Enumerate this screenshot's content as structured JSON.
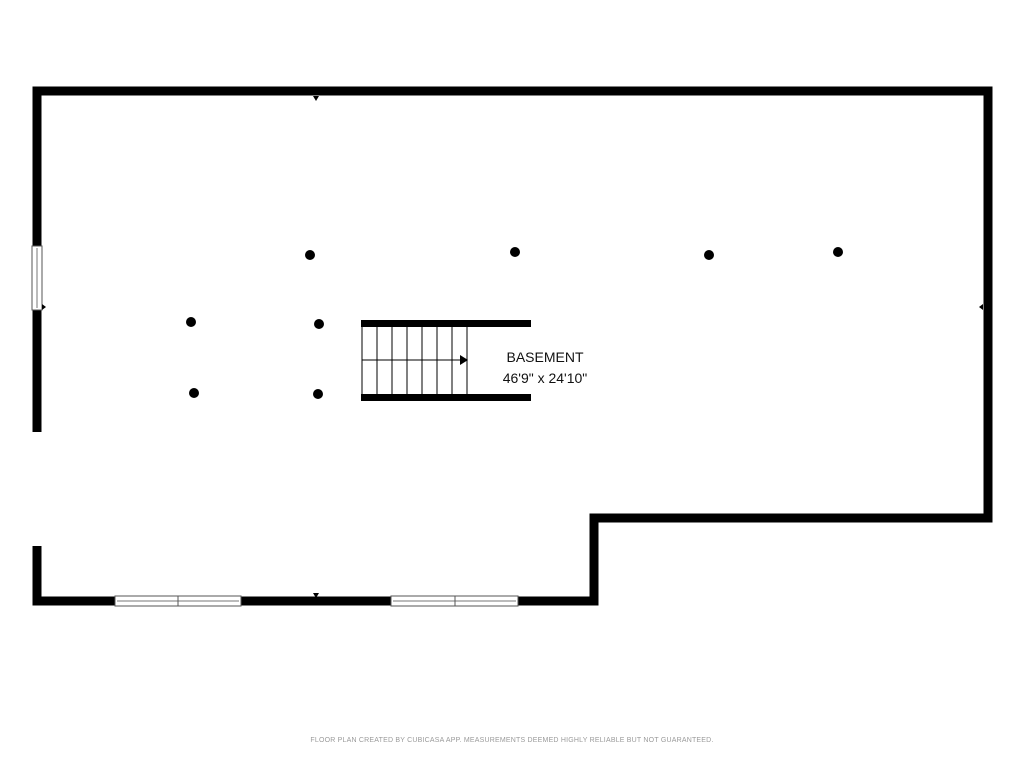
{
  "room": {
    "name": "BASEMENT",
    "dimensions": "46'9\" x 24'10\""
  },
  "footer": {
    "note": "FLOOR PLAN CREATED BY CUBICASA APP. MEASUREMENTS DEEMED HIGHLY RELIABLE BUT NOT GUARANTEED."
  },
  "colors": {
    "wall": "#000000",
    "background": "#ffffff",
    "footer_text": "#9a9a9a"
  }
}
